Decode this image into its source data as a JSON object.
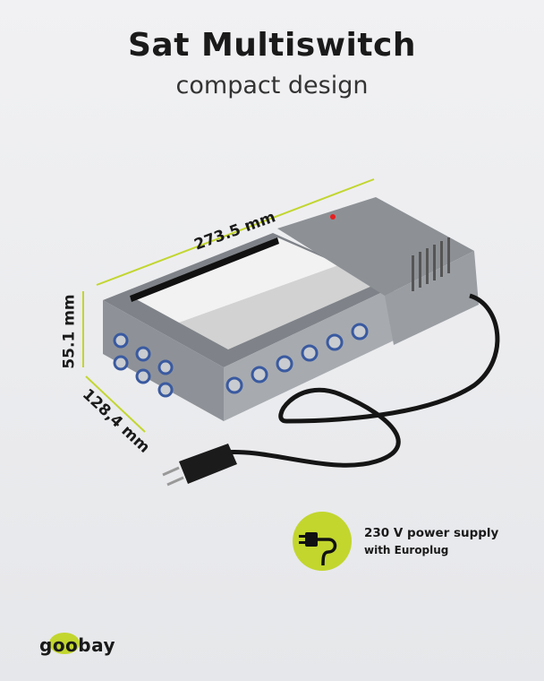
{
  "header": {
    "title": "Sat Multiswitch",
    "subtitle": "compact design"
  },
  "dimensions": {
    "length": "273.5 mm",
    "height": "55.1 mm",
    "depth": "128,4 mm"
  },
  "feature": {
    "line1": "230 V power supply",
    "line2": "with Europlug",
    "icon": "plug-icon"
  },
  "brand": {
    "logo": "goobay",
    "accent": "#c2d62e"
  }
}
